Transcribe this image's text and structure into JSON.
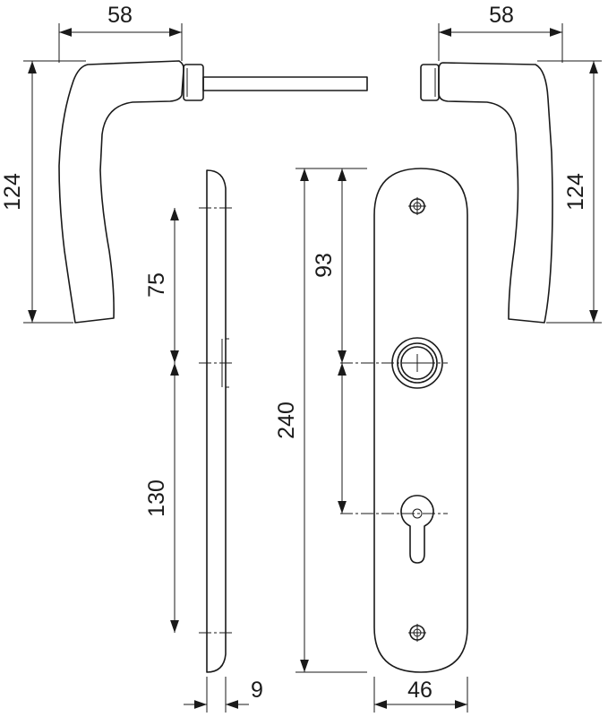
{
  "dimensions": {
    "left_lever_width": "58",
    "right_lever_width": "58",
    "left_lever_height": "124",
    "right_lever_height": "124",
    "upper_spacing": "75",
    "lower_spacing": "130",
    "plate_height": "240",
    "lever_to_key_spacing": "93",
    "plate_thickness": "9",
    "plate_width": "46"
  }
}
